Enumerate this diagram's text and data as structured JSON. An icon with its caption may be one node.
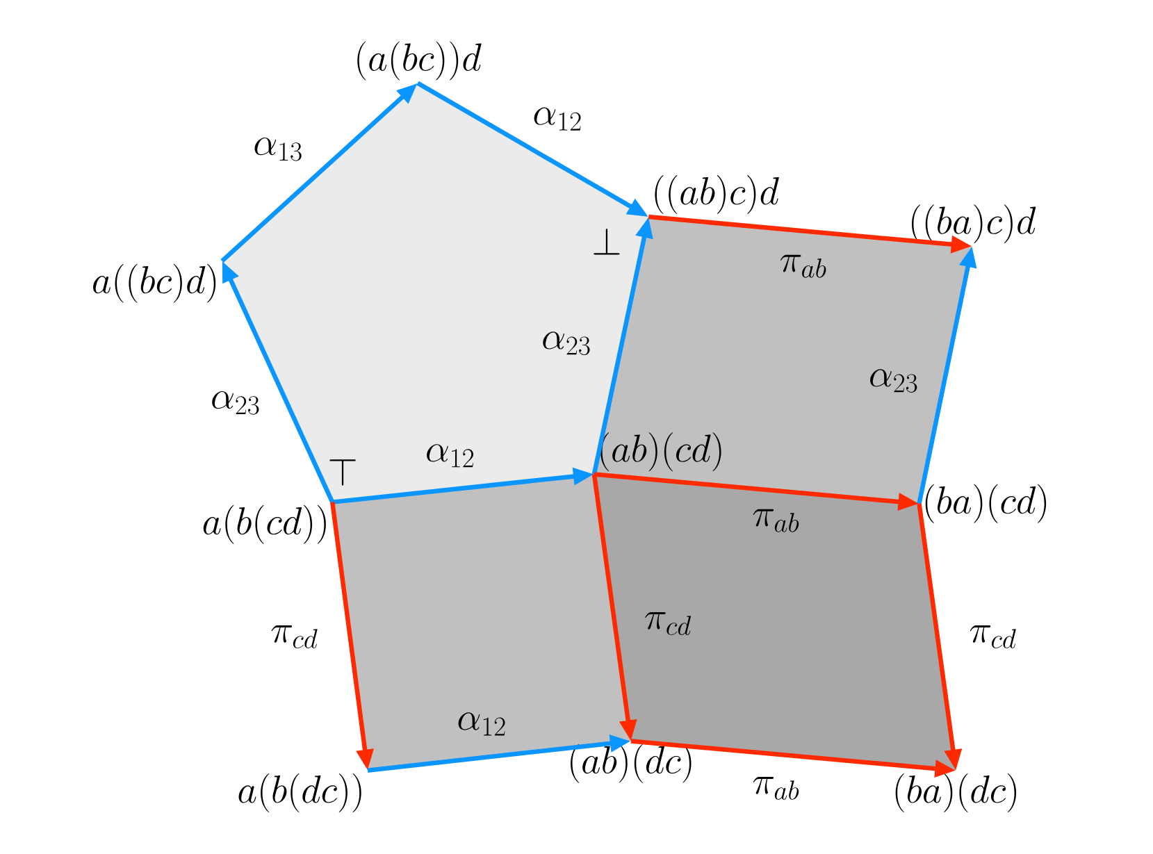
{
  "diagram": {
    "nodes": [
      {
        "text": [
          "a((bc)d)"
        ]
      },
      {
        "text": [
          "(a(bc))d"
        ]
      },
      {
        "text": [
          "((ab)c)d"
        ]
      },
      {
        "text": [
          "((ba)c)d"
        ]
      },
      {
        "text": [
          "a(b(cd))"
        ]
      },
      {
        "text": [
          "(ab)(cd)"
        ]
      },
      {
        "text": [
          "(ba)(cd)"
        ]
      },
      {
        "text": [
          "a(b(dc))"
        ]
      },
      {
        "text": [
          "(ab)(dc)"
        ]
      },
      {
        "text": [
          "(ba)(dc)"
        ]
      }
    ],
    "edges": [
      {
        "from": 4,
        "to": 0,
        "arrow": "to",
        "label": "\\alpha_{23}"
      },
      {
        "from": 0,
        "to": 1,
        "arrow": "to",
        "label": "\\alpha_{13}"
      },
      {
        "from": 1,
        "to": 2,
        "arrow": "to",
        "label": "\\alpha_{12}"
      },
      {
        "from": 4,
        "to": 5,
        "arrow": "to",
        "label": "\\alpha_{12}"
      },
      {
        "from": 5,
        "to": 2,
        "arrow": "to",
        "label": "\\alpha_{23}"
      },
      {
        "from": 2,
        "to": 3,
        "arrow": "to",
        "label": "\\pi_{ab}",
        "color": "#ff2a00"
      },
      {
        "from": 6,
        "to": 3,
        "arrow": "to",
        "label": "\\alpha_{23}"
      },
      {
        "from": 5,
        "to": 6,
        "arrow": "to",
        "label": "\\pi_{ab}",
        "color": "#ff2a00"
      },
      {
        "from": 4,
        "to": 7,
        "arrow": "to",
        "label": "\\pi_{cd}",
        "color": "#ff2a00"
      },
      {
        "from": 7,
        "to": 8,
        "arrow": "to",
        "label": "\\alpha_{12}"
      },
      {
        "from": 5,
        "to": 8,
        "arrow": "to",
        "label": "\\pi_{cd}",
        "color": "#ff2a00"
      },
      {
        "from": 8,
        "to": 9,
        "arrow": "to",
        "label": "\\pi_{ab}",
        "color": "#ff2a00"
      },
      {
        "from": 6,
        "to": 9,
        "arrow": "to",
        "label": "\\pi_{cd}",
        "color": "#ff2a00"
      }
    ],
    "labels": [
      "\\top",
      "\\bot"
    ]
  }
}
